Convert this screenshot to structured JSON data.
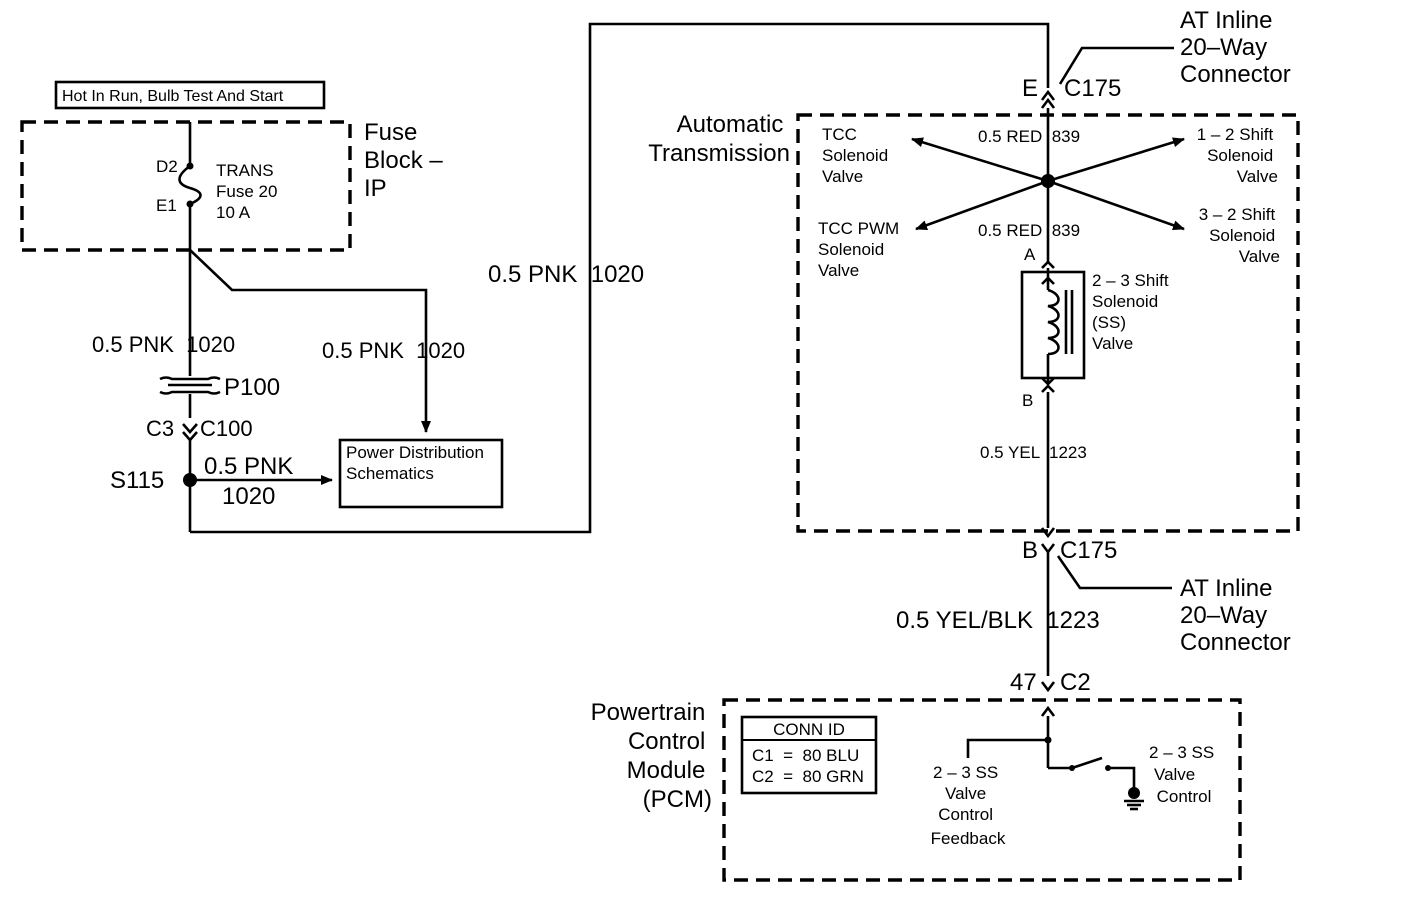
{
  "power_label": "Hot In Run, Bulb Test And Start",
  "fuse_block": {
    "title": [
      "Fuse",
      "Block –",
      "IP"
    ],
    "pin_top": "D2",
    "pin_bottom": "E1",
    "fuse_name": [
      "TRANS",
      "Fuse 20",
      "10 A"
    ]
  },
  "wires": {
    "pnk_left": "0.5 PNK  1020",
    "pnk_branch": "0.5 PNK  1020",
    "pnk_splice_top": "0.5 PNK",
    "pnk_splice_num": "1020",
    "pnk_long": "0.5 PNK  1020",
    "red_top": "0.5 RED  839",
    "red_bottom": "0.5 RED  839",
    "yel": "0.5 YEL  1223",
    "yel_blk": "0.5 YEL/BLK  1223"
  },
  "connectors": {
    "p100": "P100",
    "c3": "C3",
    "c100": "C100",
    "s115": "S115",
    "top_e": "E",
    "top_c175": "C175",
    "bot_b": "B",
    "bot_c175": "C175",
    "pin47": "47",
    "c2": "C2",
    "inline_label_top": [
      "AT Inline",
      "20–Way",
      "Connector"
    ],
    "inline_label_bottom": [
      "AT Inline",
      "20–Way",
      "Connector"
    ]
  },
  "power_distribution": [
    "Power Distribution",
    "Schematics"
  ],
  "transmission": {
    "title": [
      "Automatic",
      "Transmission"
    ],
    "tcc_solenoid": [
      "TCC",
      "Solenoid",
      "Valve"
    ],
    "tcc_pwm": [
      "TCC PWM",
      "Solenoid",
      "Valve"
    ],
    "shift_12": [
      "1 – 2 Shift",
      "Solenoid",
      "Valve"
    ],
    "shift_32": [
      "3 – 2 Shift",
      "Solenoid",
      "Valve"
    ],
    "shift_23": [
      "2 – 3 Shift",
      "Solenoid",
      "(SS)",
      "Valve"
    ],
    "pin_a": "A",
    "pin_b": "B"
  },
  "pcm": {
    "title": [
      "Powertrain",
      "Control",
      "Module",
      "(PCM)"
    ],
    "conn_id_header": "CONN ID",
    "conn_id_rows": [
      "C1  =  80 BLU",
      "C2  =  80 GRN"
    ],
    "feedback_label": [
      "2 – 3 SS",
      "Valve",
      "Control",
      "Feedback"
    ],
    "control_label": [
      "2 – 3 SS",
      "Valve",
      "Control"
    ]
  }
}
